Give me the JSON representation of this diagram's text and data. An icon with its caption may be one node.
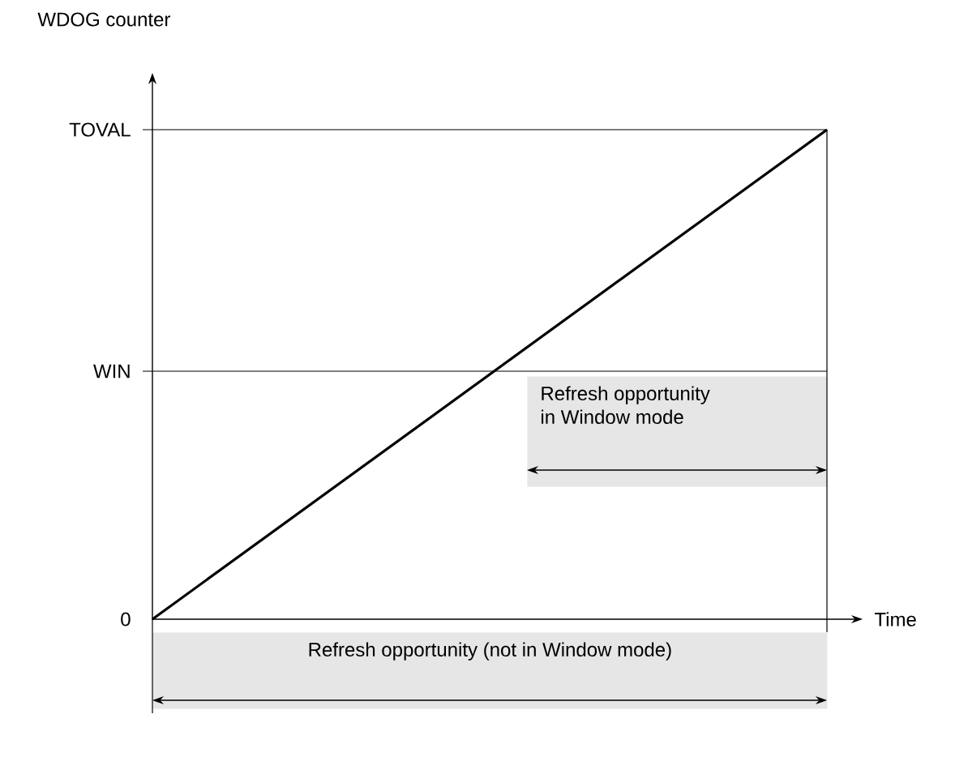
{
  "diagram": {
    "nodes": [
      {
        "text": [
          "Refresh opportunity in Window mode"
        ]
      },
      {
        "text": [
          "Refresh opportunity (not in Window mode)"
        ]
      }
    ],
    "labels": [
      "WDOG counter",
      "TOVAL",
      "WIN",
      "0",
      "Time"
    ]
  }
}
